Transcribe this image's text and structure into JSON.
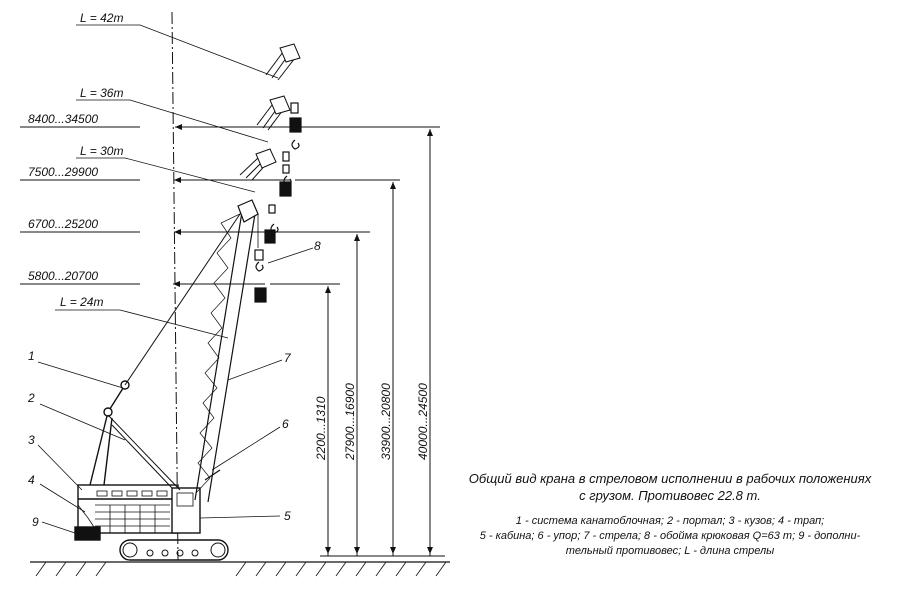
{
  "boom_lengths": [
    "L = 42т",
    "L = 36т",
    "L = 30т",
    "L = 24т"
  ],
  "reach_ranges": [
    "8400...34500",
    "7500...29900",
    "6700...25200",
    "5800...20700"
  ],
  "height_ranges": [
    "2200...1310",
    "27900...16900",
    "33900...20800",
    "40000...24500"
  ],
  "callouts": [
    "1",
    "2",
    "3",
    "4",
    "9",
    "5",
    "6",
    "7",
    "8"
  ],
  "caption": {
    "title_line1": "Общий вид крана в стреловом исполнении в рабочих положениях",
    "title_line2": "с грузом. Противовес 22.8 т.",
    "legend_line1": "1 - система канатоблочная; 2 - портал; 3 - кузов; 4 - трап;",
    "legend_line2": "5 - кабина; 6 - упор; 7 - стрела; 8 - обойма крюковая Q=63 т; 9 - дополни-",
    "legend_line3": "тельный противовес; L - длина стрелы"
  }
}
